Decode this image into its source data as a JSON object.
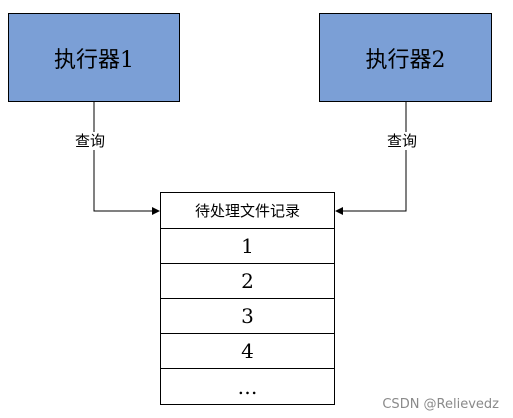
{
  "executors": [
    {
      "label": "执行器1"
    },
    {
      "label": "执行器2"
    }
  ],
  "connectors": [
    {
      "label": "查询"
    },
    {
      "label": "查询"
    }
  ],
  "record_table": {
    "header": "待处理文件记录",
    "rows": [
      "1",
      "2",
      "3",
      "4",
      "…"
    ]
  },
  "watermark": "CSDN @Relievedz",
  "colors": {
    "executor_fill": "#7b9fd6",
    "line": "#000000",
    "watermark": "#8a8a8a"
  }
}
